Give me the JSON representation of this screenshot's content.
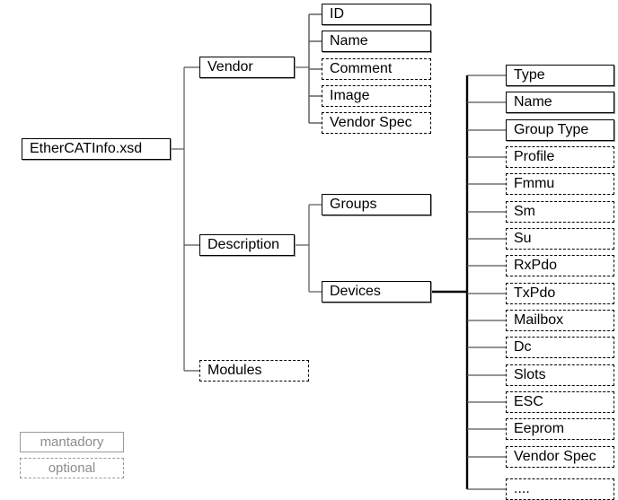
{
  "diagram": {
    "title": "EtherCATInfo.xsd",
    "type": "tree",
    "root": {
      "label": "EtherCATInfo.xsd",
      "kind": "mandatory"
    },
    "level1": [
      {
        "label": "Vendor",
        "kind": "mandatory"
      },
      {
        "label": "Description",
        "kind": "mandatory"
      },
      {
        "label": "Modules",
        "kind": "optional"
      }
    ],
    "vendor_children": [
      {
        "label": "ID",
        "kind": "mandatory"
      },
      {
        "label": "Name",
        "kind": "mandatory"
      },
      {
        "label": "Comment",
        "kind": "optional"
      },
      {
        "label": "Image",
        "kind": "optional"
      },
      {
        "label": "Vendor Spec",
        "kind": "optional"
      }
    ],
    "description_children": [
      {
        "label": "Groups",
        "kind": "mandatory"
      },
      {
        "label": "Devices",
        "kind": "mandatory"
      }
    ],
    "devices_children": [
      {
        "label": "Type",
        "kind": "mandatory"
      },
      {
        "label": "Name",
        "kind": "mandatory"
      },
      {
        "label": "Group Type",
        "kind": "mandatory"
      },
      {
        "label": "Profile",
        "kind": "optional"
      },
      {
        "label": "Fmmu",
        "kind": "optional"
      },
      {
        "label": "Sm",
        "kind": "optional"
      },
      {
        "label": "Su",
        "kind": "optional"
      },
      {
        "label": "RxPdo",
        "kind": "optional"
      },
      {
        "label": "TxPdo",
        "kind": "optional"
      },
      {
        "label": "Mailbox",
        "kind": "optional"
      },
      {
        "label": "Dc",
        "kind": "optional"
      },
      {
        "label": "Slots",
        "kind": "optional"
      },
      {
        "label": "ESC",
        "kind": "optional"
      },
      {
        "label": "Eeprom",
        "kind": "optional"
      },
      {
        "label": "Vendor Spec",
        "kind": "optional"
      },
      {
        "label": "....",
        "kind": "optional"
      }
    ],
    "legend": [
      {
        "label": "mantadory",
        "kind": "mandatory"
      },
      {
        "label": "optional",
        "kind": "optional"
      }
    ],
    "colors": {
      "line": "#000000",
      "shadow": "#9a9a9a",
      "legend_text": "#8c8c8c",
      "background": "#ffffff"
    }
  }
}
